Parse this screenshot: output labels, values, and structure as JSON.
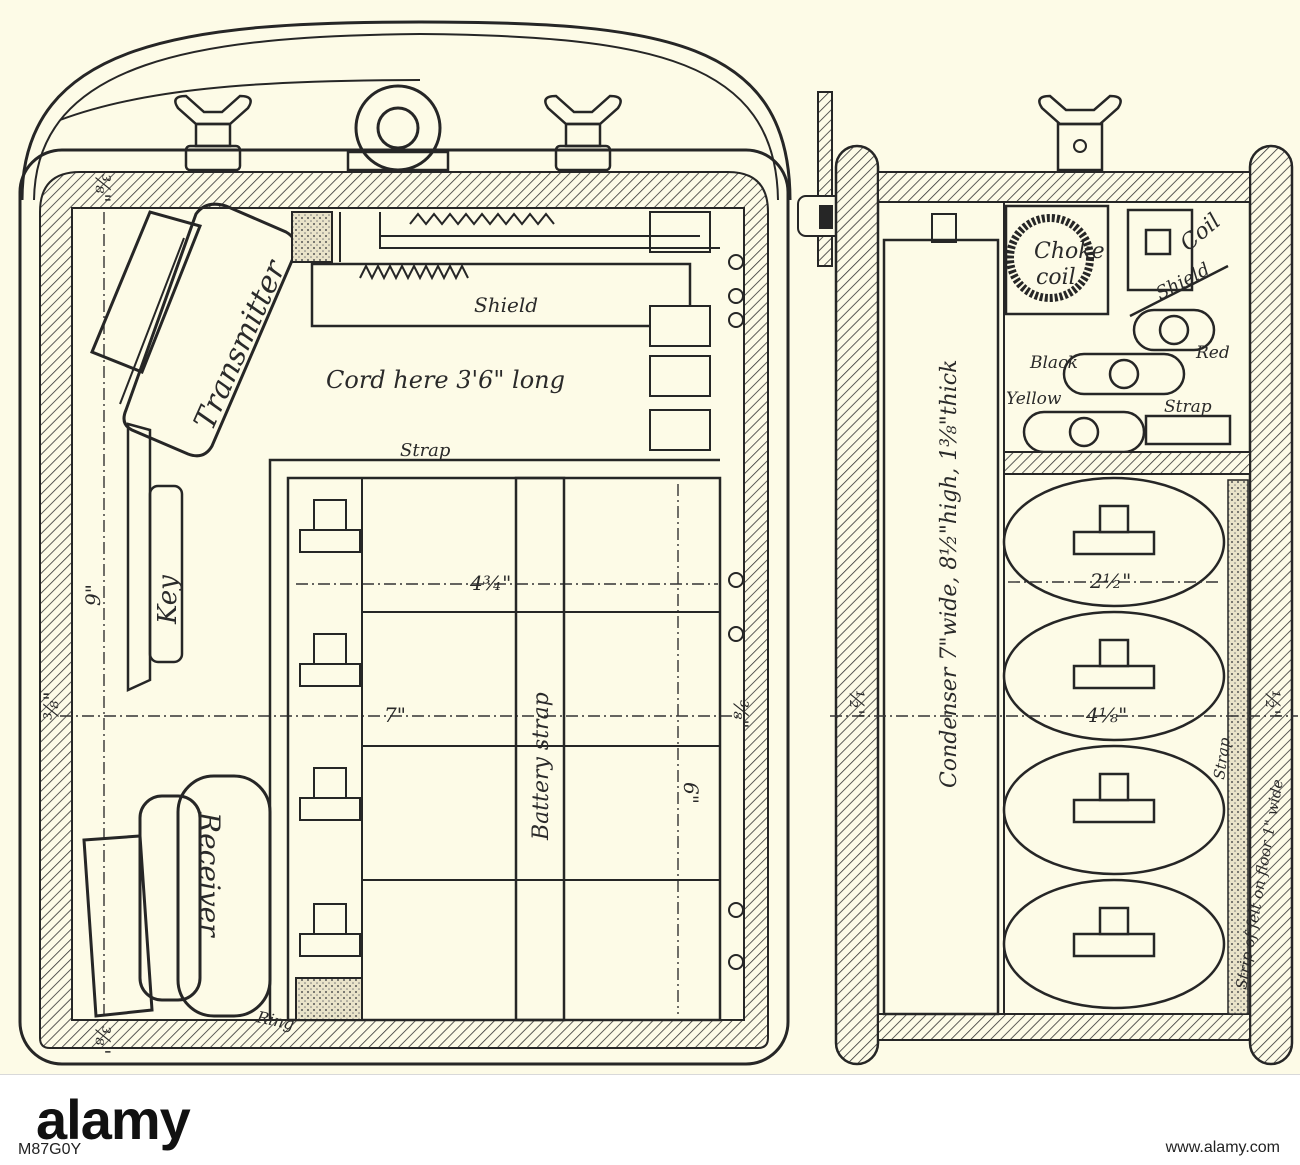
{
  "labels": {
    "transmitter": "Transmitter",
    "receiver": "Receiver",
    "key": "Key",
    "shield_left": "Shield",
    "cord": "Cord here 3'6\" long",
    "strap_left": "Strap",
    "battery_strap": "Battery strap",
    "ring": "Ring",
    "condenser": "Condenser 7\"wide, 8½\"high, 1⅜\"thick",
    "choke_coil_1": "Choke",
    "choke_coil_2": "coil",
    "coil": "Coil",
    "shield_right": "Shield",
    "black": "Black",
    "red": "Red",
    "yellow": "Yellow",
    "strap_right": "Strap",
    "strap_felt": "Strap",
    "felt": "Strip of felt on floor 1\" wide"
  },
  "dimensions": {
    "left_height": "9\"",
    "left_width": "7\"",
    "battery_width": "4¾\"",
    "battery_height": "6\"",
    "wall_top": "⅜\"",
    "wall_bottom": "⅜\"",
    "wall_left": "⅜\"",
    "wall_right": "⅜\"",
    "cell_diameter": "2½\"",
    "right_width": "4⅛\"",
    "right_wall_left": "½\"",
    "right_wall_right": "½\""
  },
  "footer": {
    "logo": "alamy",
    "image_id": "M87G0Y",
    "url": "www.alamy.com"
  }
}
